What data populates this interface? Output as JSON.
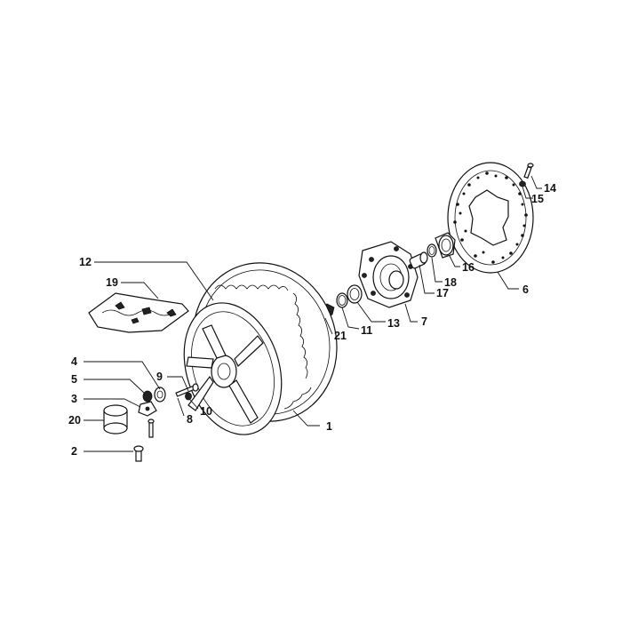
{
  "callouts": [
    {
      "id": "1",
      "label": "1"
    },
    {
      "id": "2",
      "label": "2"
    },
    {
      "id": "3",
      "label": "3"
    },
    {
      "id": "4",
      "label": "4"
    },
    {
      "id": "5",
      "label": "5"
    },
    {
      "id": "6",
      "label": "6"
    },
    {
      "id": "7",
      "label": "7"
    },
    {
      "id": "8",
      "label": "8"
    },
    {
      "id": "9",
      "label": "9"
    },
    {
      "id": "10",
      "label": "10"
    },
    {
      "id": "11",
      "label": "11"
    },
    {
      "id": "12",
      "label": "12"
    },
    {
      "id": "13",
      "label": "13"
    },
    {
      "id": "14",
      "label": "14"
    },
    {
      "id": "15",
      "label": "15"
    },
    {
      "id": "16",
      "label": "16"
    },
    {
      "id": "17",
      "label": "17"
    },
    {
      "id": "18",
      "label": "18"
    },
    {
      "id": "19",
      "label": "19"
    },
    {
      "id": "20",
      "label": "20"
    },
    {
      "id": "21",
      "label": "21"
    }
  ],
  "colors": {
    "ink": "#111111",
    "paper": "#ffffff"
  }
}
